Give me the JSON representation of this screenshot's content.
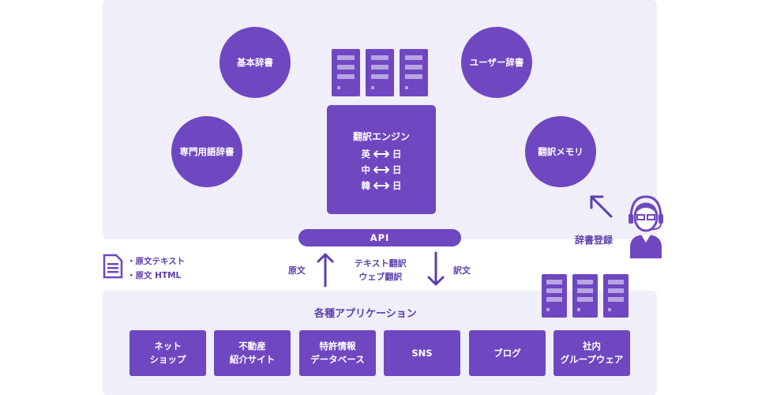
{
  "dictionaries": {
    "basic": "基本辞書",
    "user": "ユーザー辞書",
    "technical": "専門用語辞書",
    "memory": "翻訳メモリ"
  },
  "engine": {
    "title": "翻訳エンジン",
    "pairs": [
      {
        "left": "英",
        "right": "日"
      },
      {
        "left": "中",
        "right": "日"
      },
      {
        "left": "韓",
        "right": "日"
      }
    ]
  },
  "api_label": "API",
  "request": {
    "source_label": "原文",
    "types": [
      "テキスト翻訳",
      "ウェブ翻訳"
    ],
    "target_label": "訳文"
  },
  "document": {
    "items": [
      "・原文テキスト",
      "・原文 HTML"
    ]
  },
  "dictionary_registration": "辞書登録",
  "applications": {
    "title": "各種アプリケーション",
    "boxes": [
      [
        "ネット",
        "ショップ"
      ],
      [
        "不動産",
        "紹介サイト"
      ],
      [
        "特許情報",
        "データベース"
      ],
      [
        "SNS"
      ],
      [
        "ブログ"
      ],
      [
        "社内",
        "グループウェア"
      ]
    ]
  },
  "colors": {
    "primary": "#6f47c0",
    "panel": "#f0eef8",
    "text": "#5b3fae",
    "server_light": "#b7a5e3"
  }
}
